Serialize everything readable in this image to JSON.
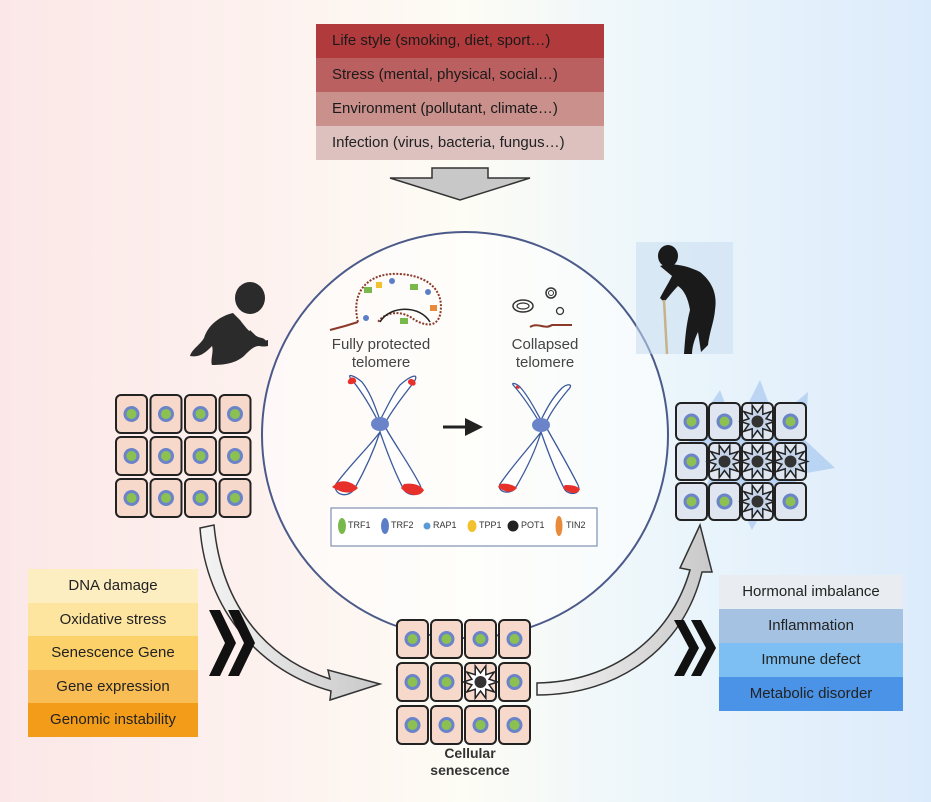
{
  "factors": [
    {
      "label": "Life style (smoking, diet, sport…)",
      "color": "#b13a3c"
    },
    {
      "label": "Stress (mental, physical, social…)",
      "color": "#bb6060"
    },
    {
      "label": "Environment (pollutant, climate…)",
      "color": "#c9908c"
    },
    {
      "label": "Infection (virus, bacteria, fungus…)",
      "color": "#dcc1bf"
    }
  ],
  "causes": [
    {
      "label": "DNA damage",
      "color": "#fdeec2"
    },
    {
      "label": "Oxidative stress",
      "color": "#fde5a0"
    },
    {
      "label": "Senescence Gene",
      "color": "#fdd16a"
    },
    {
      "label": "Gene expression",
      "color": "#f8bd55"
    },
    {
      "label": "Genomic instability",
      "color": "#f39c1a"
    }
  ],
  "effects": [
    {
      "label": "Hormonal imbalance",
      "color": "#e9edf1"
    },
    {
      "label": "Inflammation",
      "color": "#a5c2e3"
    },
    {
      "label": "Immune defect",
      "color": "#7dbff2"
    },
    {
      "label": "Metabolic disorder",
      "color": "#4a93e6"
    }
  ],
  "telomere": {
    "protected_line1": "Fully protected",
    "protected_line2": "telomere",
    "collapsed_line1": "Collapsed",
    "collapsed_line2": "telomere"
  },
  "legend": [
    {
      "label": "TRF1",
      "color": "#79b94b"
    },
    {
      "label": "TRF2",
      "color": "#5b7fc7"
    },
    {
      "label": "RAP1",
      "color": "#5b9bd5"
    },
    {
      "label": "TPP1",
      "color": "#f2c12e"
    },
    {
      "label": "POT1",
      "color": "#222222"
    },
    {
      "label": "TIN2",
      "color": "#e88a3a"
    }
  ],
  "senescence": {
    "line1": "Cellular",
    "line2": "senescence"
  },
  "colors": {
    "cell_fill": "#f7d9cc",
    "nucleus_outer": "#6b84c9",
    "nucleus_inner": "#8cc152",
    "circle_stroke": "#4b5a8a",
    "chromosome_tip": "#e8302a"
  }
}
